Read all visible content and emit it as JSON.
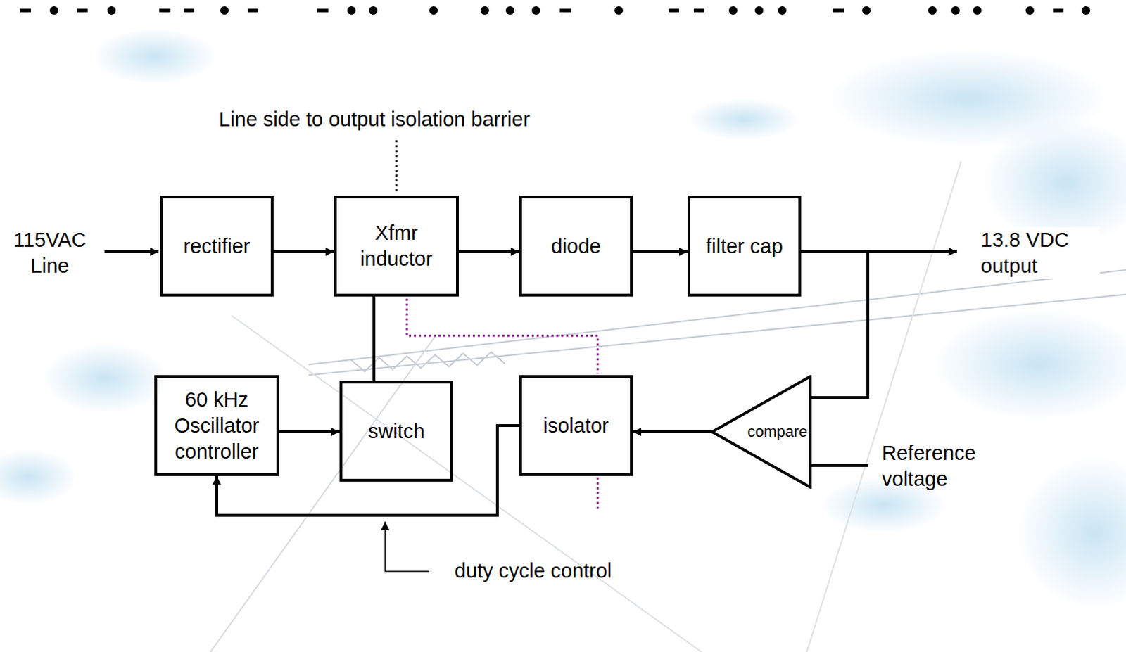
{
  "diagram": {
    "nodes": [
      {
        "text": [
          "rectifier"
        ]
      },
      {
        "text": [
          "Xfmr inductor"
        ]
      },
      {
        "text": [
          "diode"
        ]
      },
      {
        "text": [
          "filter cap"
        ]
      },
      {
        "text": [
          "60 kHz Oscillator controller"
        ]
      },
      {
        "text": [
          "switch"
        ]
      },
      {
        "text": [
          "isolator"
        ]
      },
      {
        "text": [
          "compare"
        ]
      }
    ],
    "edges": [
      {
        "from": 0,
        "to": 1,
        "arrow": "to"
      },
      {
        "from": 1,
        "to": 2,
        "arrow": "to"
      },
      {
        "from": 2,
        "to": 3,
        "arrow": "to"
      },
      {
        "from": 3,
        "to": 7,
        "arrow": "none"
      },
      {
        "from": 1,
        "to": 5,
        "arrow": "none"
      },
      {
        "from": 4,
        "to": 5,
        "arrow": "to"
      },
      {
        "from": 7,
        "to": 6,
        "arrow": "to"
      },
      {
        "from": 6,
        "to": 4,
        "arrow": "to"
      }
    ],
    "labels": [
      "Line side to output isolation barrier",
      "115VAC Line",
      "13.8 VDC output",
      "Reference voltage",
      "duty cycle control"
    ]
  }
}
